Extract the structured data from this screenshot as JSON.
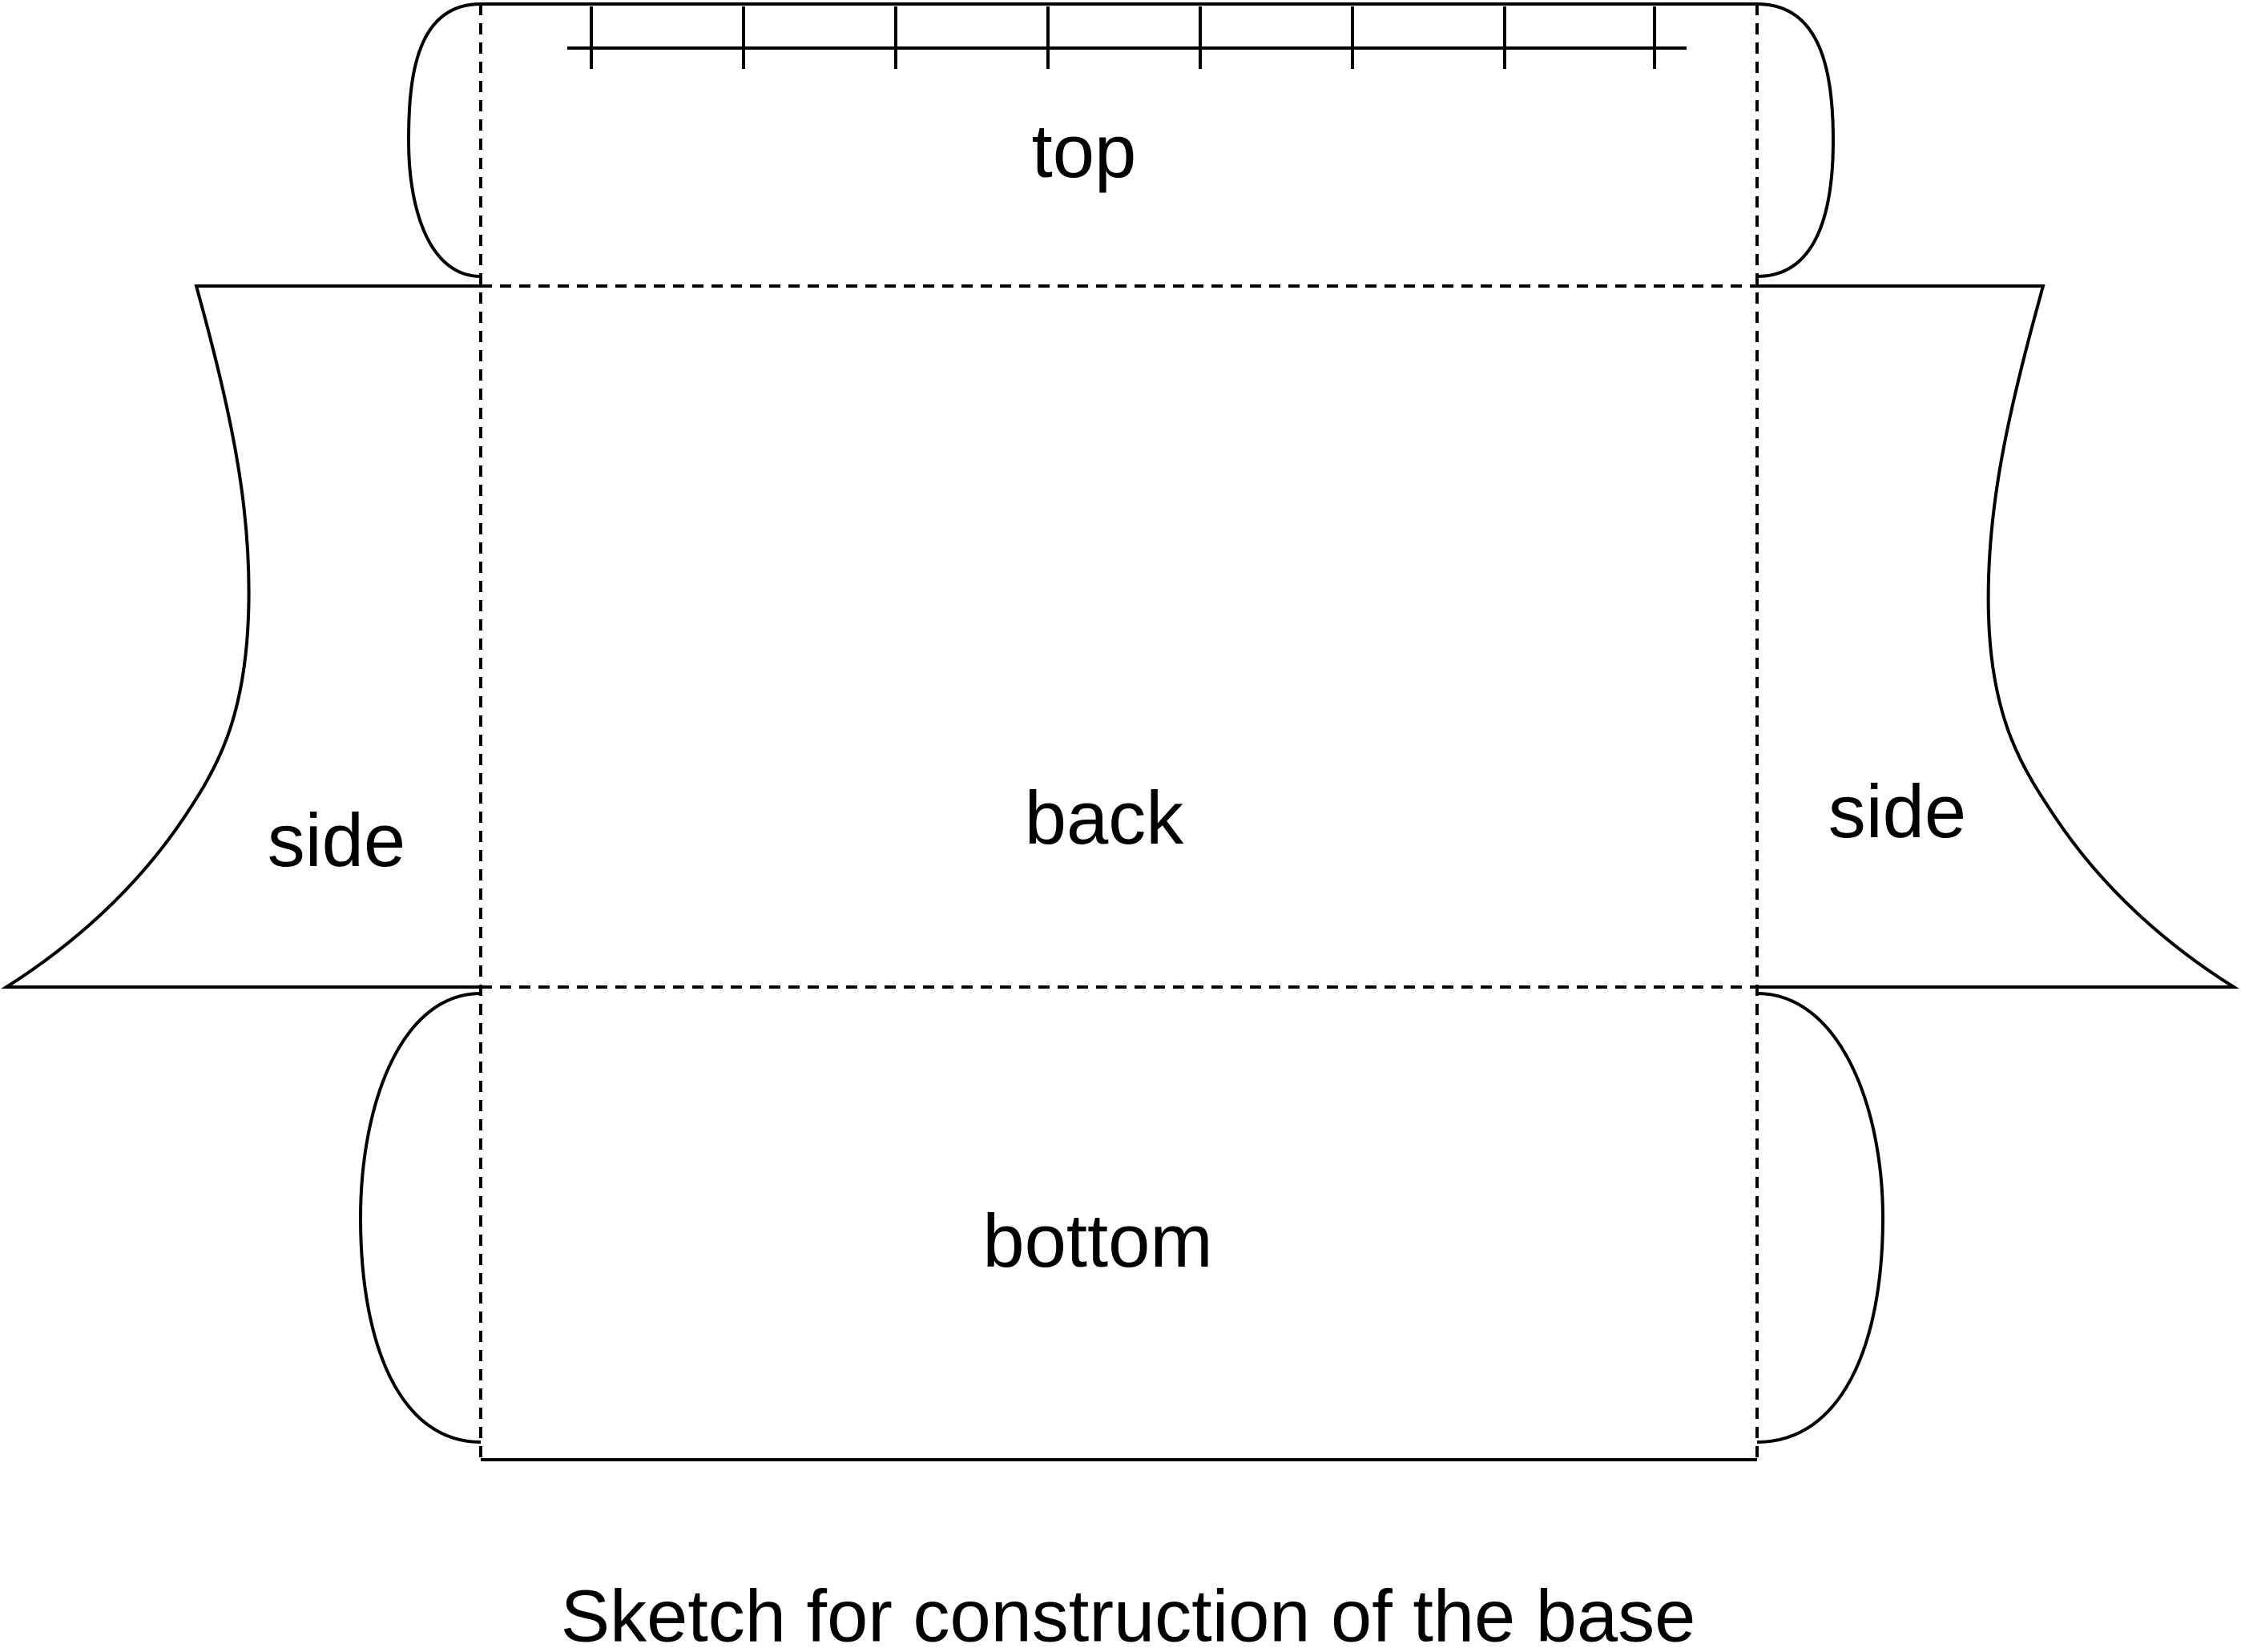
{
  "panels": {
    "top": "top",
    "back": "back",
    "bottom": "bottom",
    "side_left": "side",
    "side_right": "side"
  },
  "caption": "Sketch for construction of the base",
  "colors": {
    "line": "#000000",
    "background": "#ffffff"
  }
}
